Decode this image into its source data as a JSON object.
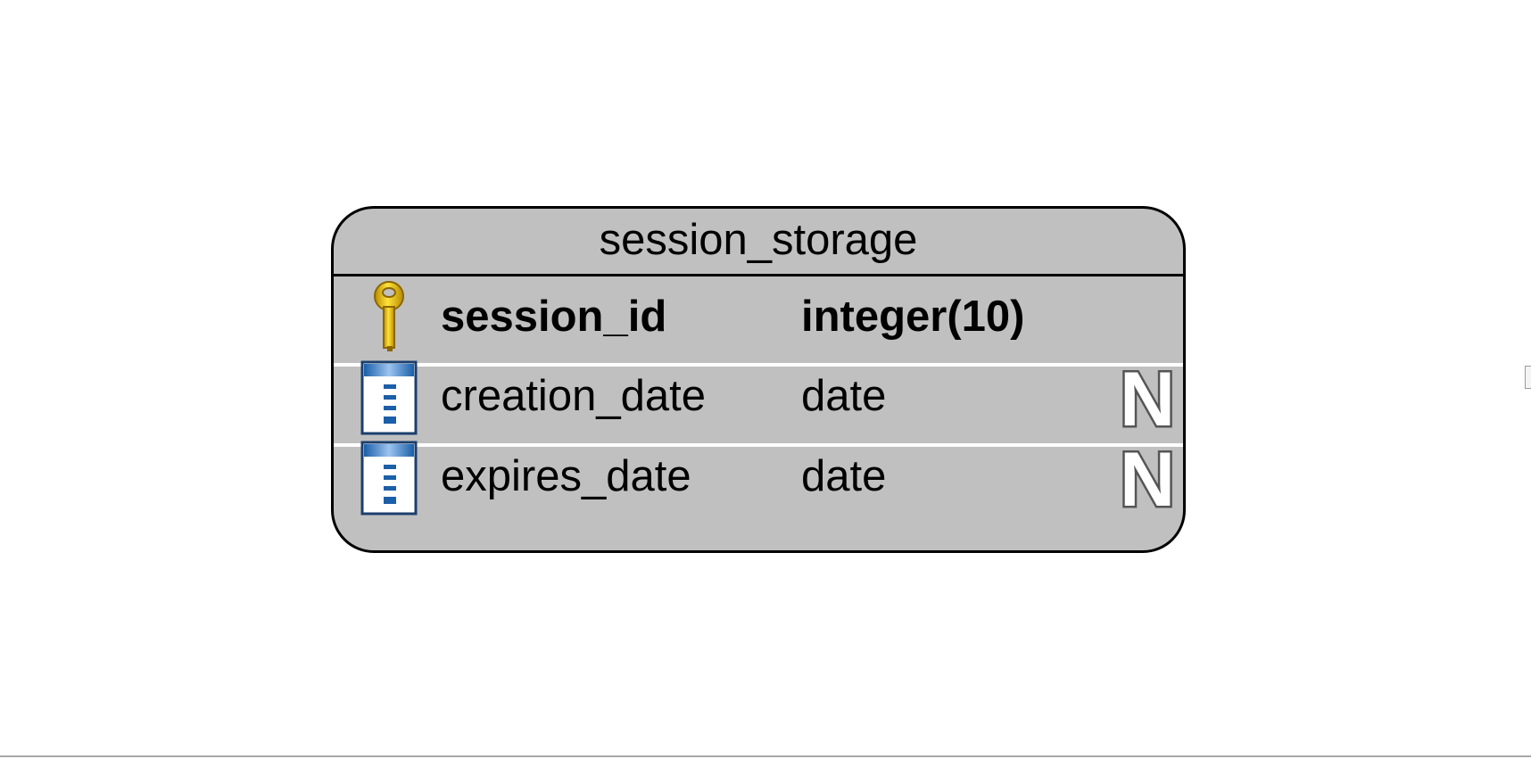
{
  "entity": {
    "title": "session_storage",
    "columns": [
      {
        "name": "session_id",
        "type": "integer(10)",
        "primary_key": true,
        "nullable": false,
        "icon": "key-icon"
      },
      {
        "name": "creation_date",
        "type": "date",
        "primary_key": false,
        "nullable": true,
        "icon": "column-icon",
        "null_marker": "N"
      },
      {
        "name": "expires_date",
        "type": "date",
        "primary_key": false,
        "nullable": true,
        "icon": "column-icon",
        "null_marker": "N"
      }
    ]
  },
  "colors": {
    "entity_fill": "#c0c0c0",
    "border": "#000000",
    "row_separator": "#ffffff",
    "key_gold": "#e8c000",
    "column_icon_blue": "#1b5fa8"
  }
}
